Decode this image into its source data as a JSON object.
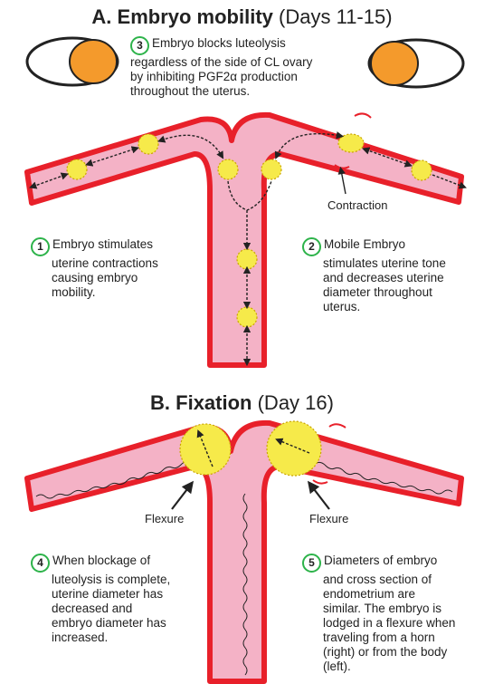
{
  "section_a": {
    "title_bold": "A. Embryo mobility",
    "title_rest": "(Days 11-15)"
  },
  "section_b": {
    "title_bold": "B. Fixation",
    "title_rest": "(Day 16)"
  },
  "notes": [
    {
      "num": "3",
      "lines": [
        "Embryo blocks luteolysis",
        "regardless of the side of CL ovary",
        "by inhibiting PGF2α production",
        "throughout the uterus."
      ]
    },
    {
      "num": "1",
      "lines": [
        "Embryo stimulates",
        "uterine contractions",
        "causing embryo",
        "mobility."
      ]
    },
    {
      "num": "2",
      "lines": [
        "Mobile Embryo",
        "stimulates uterine tone",
        "and decreases uterine",
        "diameter throughout",
        "uterus."
      ]
    },
    {
      "num": "4",
      "lines": [
        "When blockage of",
        "luteolysis is complete,",
        "uterine diameter has",
        "decreased and",
        "embryo diameter has",
        "increased."
      ]
    },
    {
      "num": "5",
      "lines": [
        "Diameters of embryo",
        "and cross section of",
        "endometrium are",
        "similar. The embryo is",
        "lodged in a flexure when",
        "traveling from a horn",
        "(right) or from the body",
        "(left)."
      ]
    }
  ],
  "labels": {
    "contraction": "Contraction",
    "flexure_left": "Flexure",
    "flexure_right": "Flexure"
  },
  "colors": {
    "uterus_fill": "#f4b2c6",
    "uterus_outline": "#e8202a",
    "embryo_fill": "#f6ea4a",
    "ovary_fill": "#f49a2c",
    "badge_ring": "#2db34a"
  }
}
